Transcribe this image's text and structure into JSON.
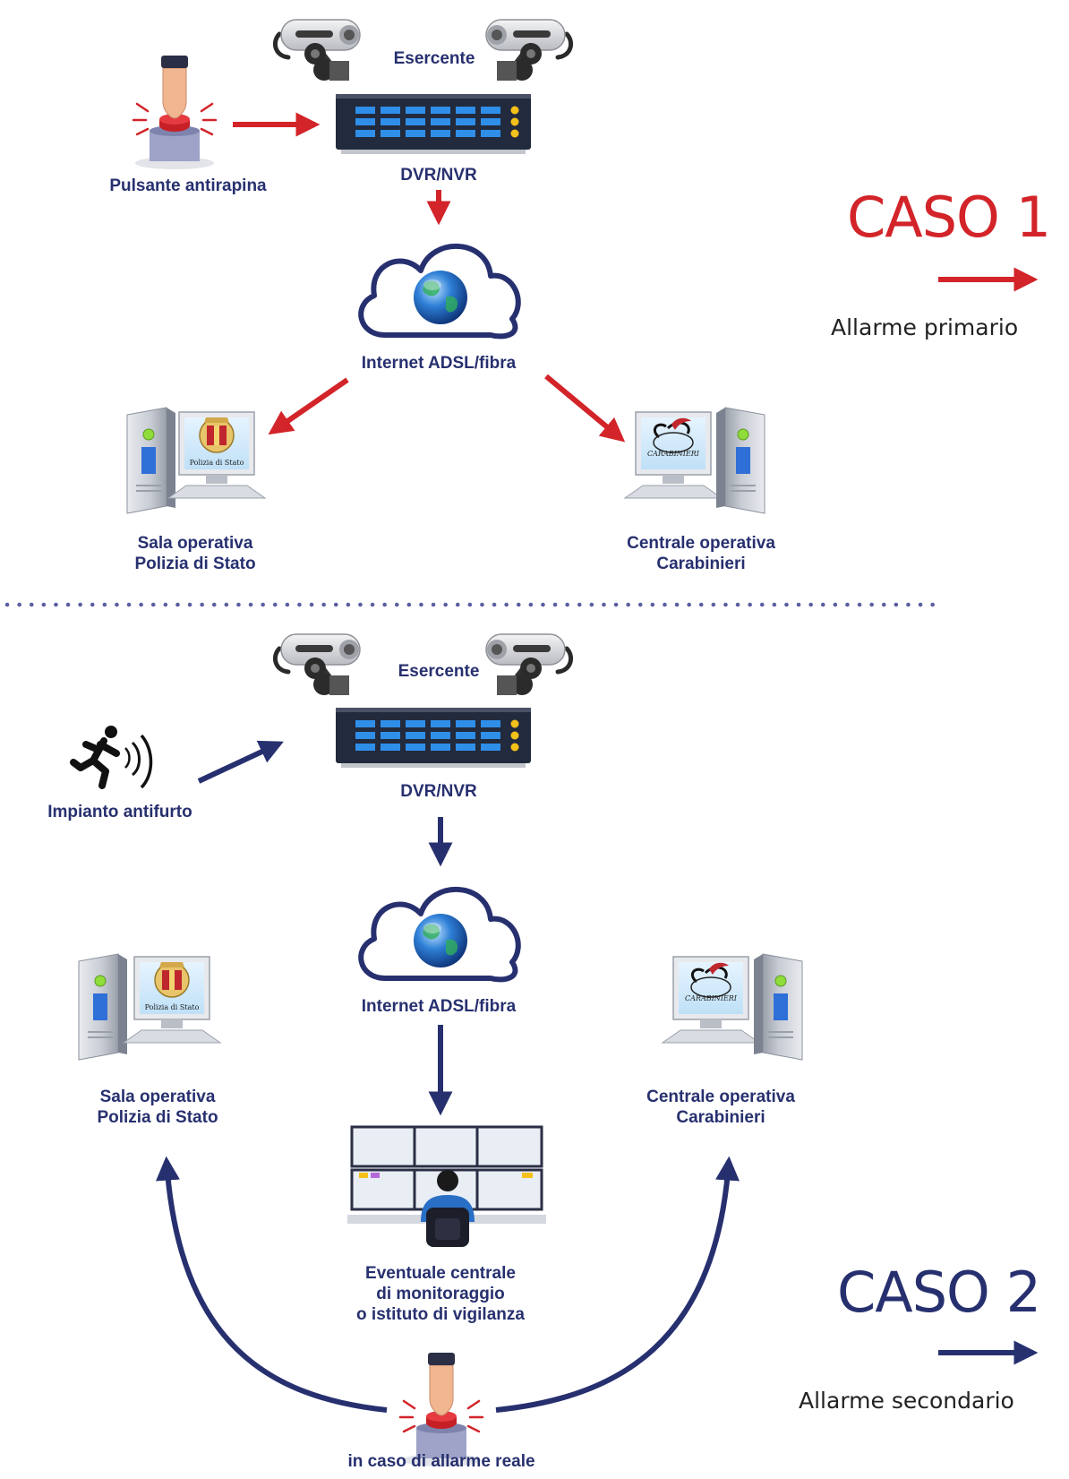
{
  "colors": {
    "red": "#d22429",
    "navy": "#27306f",
    "dot": "#5a5fa0"
  },
  "case1": {
    "trigger": "Pulsante antirapina",
    "merchant": "Esercente",
    "recorder": "DVR/NVR",
    "network": "Internet ADSL/fibra",
    "left_dest": [
      "Sala operativa",
      "Polizia di Stato"
    ],
    "right_dest": [
      "Centrale operativa",
      "Carabinieri"
    ],
    "left_screen": "Polizia di Stato",
    "right_screen": "CARABINIERI",
    "title": "CASO 1",
    "subtitle": "Allarme primario"
  },
  "case2": {
    "trigger": "Impianto antifurto",
    "merchant": "Esercente",
    "recorder": "DVR/NVR",
    "network": "Internet ADSL/fibra",
    "left_dest": [
      "Sala operativa",
      "Polizia di Stato"
    ],
    "right_dest": [
      "Centrale operativa",
      "Carabinieri"
    ],
    "left_screen": "Polizia di Stato",
    "right_screen": "CARABINIERI",
    "monitoring": [
      "Eventuale centrale",
      "di monitoraggio",
      "o istituto di vigilanza"
    ],
    "real_alarm": "in caso di allarme reale",
    "title": "CASO 2",
    "subtitle": "Allarme secondario"
  },
  "icons": [
    "camera-icon",
    "dvr-icon",
    "cloud-globe-icon",
    "panic-button-icon",
    "running-man-icon",
    "computer-icon",
    "operator-console-icon"
  ]
}
